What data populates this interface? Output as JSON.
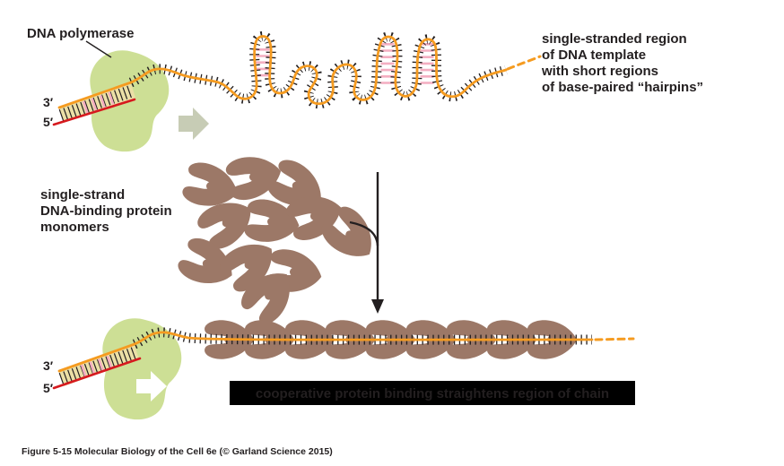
{
  "figure": {
    "caption": "Figure 5-15  Molecular Biology of the Cell 6e (© Garland Science 2015)"
  },
  "labels": {
    "dna_polymerase": "DNA polymerase",
    "three_prime_top": "3′",
    "five_prime_top": "5′",
    "three_prime_bottom": "3′",
    "five_prime_bottom": "5′",
    "ss_region_lines": [
      "single-stranded region",
      "of DNA template",
      "with short regions",
      "of base-paired “hairpins”"
    ],
    "ssb_lines": [
      "single-strand",
      "DNA-binding protein",
      "monomers"
    ],
    "cooperative": "cooperative protein binding straightens region of chain"
  },
  "colors": {
    "strand_orange": "#F59B20",
    "polymerase_green": "#CDDF95",
    "protein_brown": "#9C7867",
    "primer_red": "#D6191E",
    "basepair_pink": "#F4AEC1",
    "duplex_tan": "#EBDFA6",
    "highlight_yellow": "#FAF096",
    "arrow_gray": "#C7CCB5",
    "ink_black": "#231F20"
  }
}
